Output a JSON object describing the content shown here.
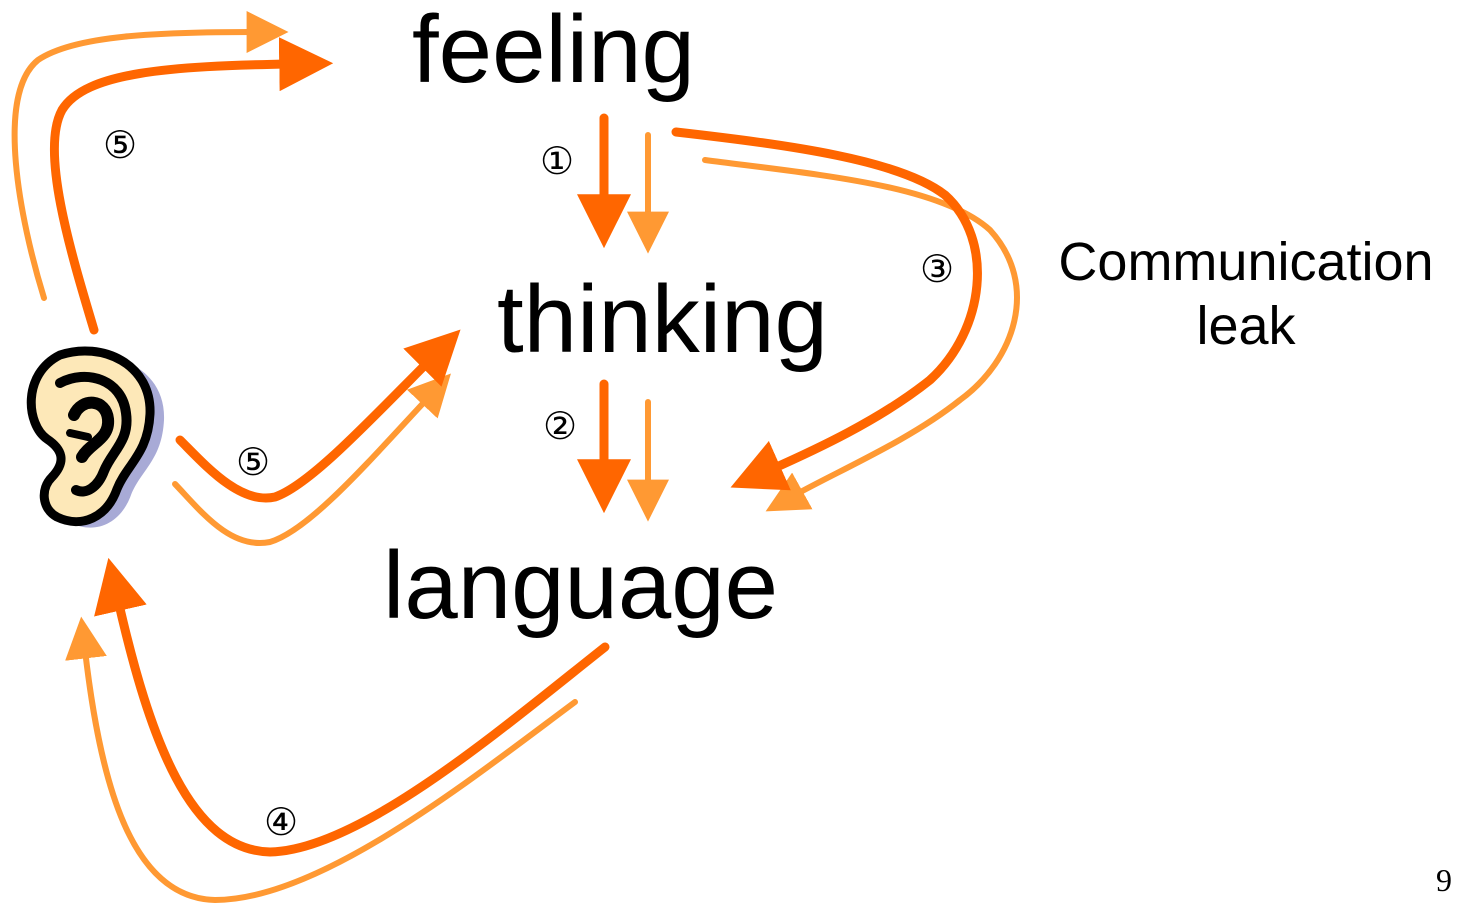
{
  "nodes": {
    "feeling": "feeling",
    "thinking": "thinking",
    "language": "language"
  },
  "caption": {
    "line1": "Communication",
    "line2": "leak"
  },
  "step_markers": {
    "feeling_to_thinking": "①",
    "thinking_to_language": "②",
    "feeling_to_language": "③",
    "language_to_ear": "④",
    "ear_to_feeling": "⑤",
    "ear_to_thinking": "⑤"
  },
  "page_number": "9",
  "colors": {
    "arrow_dark": "#ff6600",
    "arrow_light": "#ff9933",
    "ear_skin": "#fde8b8",
    "ear_shadow": "#a8aad6",
    "text": "#000000"
  },
  "icons": {
    "listener": "ear-icon"
  }
}
